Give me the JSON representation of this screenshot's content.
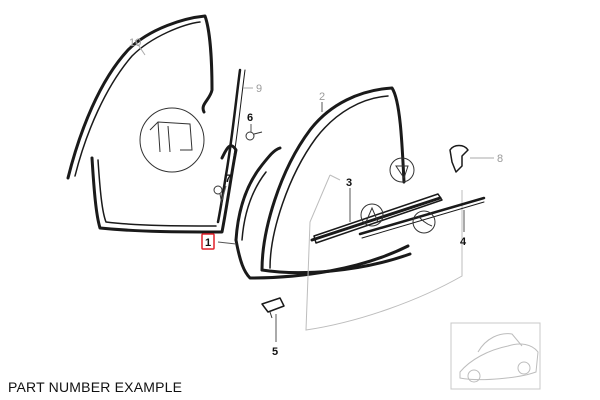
{
  "callouts": [
    {
      "id": "1",
      "label": "1",
      "highlighted": true
    },
    {
      "id": "2",
      "label": "2"
    },
    {
      "id": "3",
      "label": "3"
    },
    {
      "id": "4",
      "label": "4"
    },
    {
      "id": "5",
      "label": "5"
    },
    {
      "id": "6",
      "label": "6"
    },
    {
      "id": "7",
      "label": "7"
    },
    {
      "id": "8",
      "label": "8",
      "faded": true
    },
    {
      "id": "9",
      "label": "9",
      "faded": true
    },
    {
      "id": "10",
      "label": "10",
      "faded": true
    }
  ],
  "caption": "PART NUMBER EXAMPLE",
  "colors": {
    "highlight_box": "#e0202a",
    "line": "#1a1a1a",
    "faded": "#9a9a9a"
  }
}
